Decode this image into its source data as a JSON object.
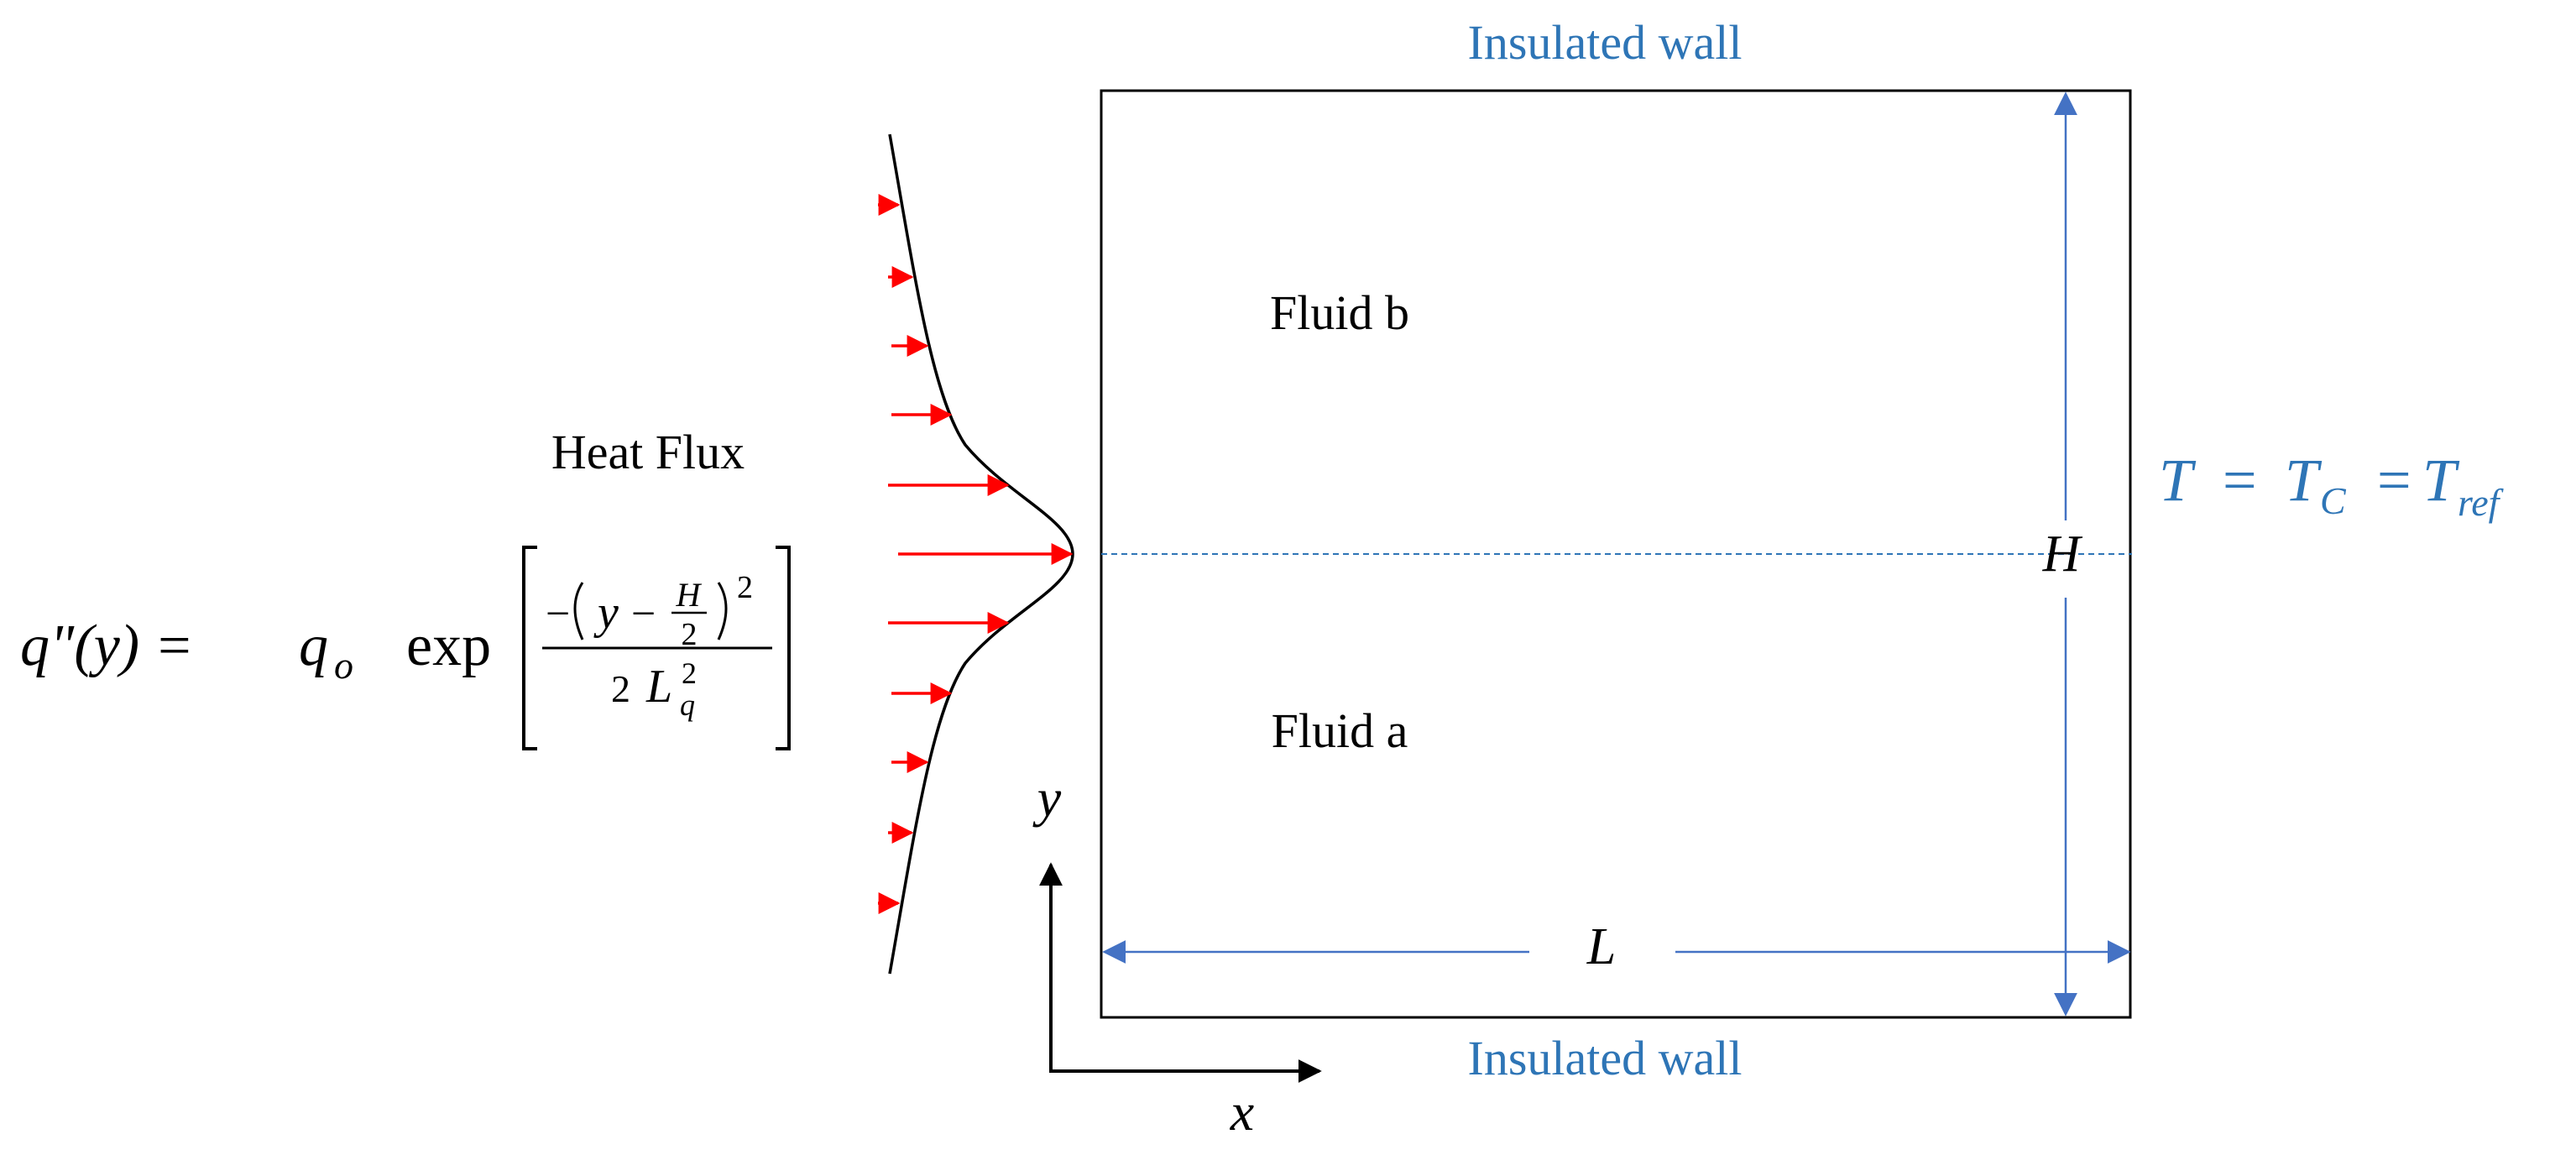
{
  "labels": {
    "top_wall": "Insulated wall",
    "bottom_wall": "Insulated wall",
    "fluid_top": "Fluid b",
    "fluid_bottom": "Fluid a",
    "heat_flux": "Heat Flux",
    "dim_height": "H",
    "dim_length": "L",
    "axis_x": "x",
    "axis_y": "y"
  },
  "equation": {
    "lhs": "q\"(y) =",
    "coef": "q",
    "coef_sub": "o",
    "func": "exp",
    "num_minus": "−",
    "num_y": "y",
    "num_minus2": "−",
    "num_frac_top": "H",
    "num_frac_bot": "2",
    "num_power": "2",
    "den_two": "2",
    "den_L": "L",
    "den_sup": "2",
    "den_sub": "q"
  },
  "boundary_condition": {
    "T": "T",
    "eq1": "=",
    "Tc": "T",
    "Tc_sub": "C",
    "eq2": "=",
    "Tref": "T",
    "Tref_sub": "ref"
  },
  "colors": {
    "accent_blue": "#2e75b6",
    "dimension_blue": "#4472c4",
    "flux_red": "#ff0000",
    "line_black": "#000000"
  }
}
